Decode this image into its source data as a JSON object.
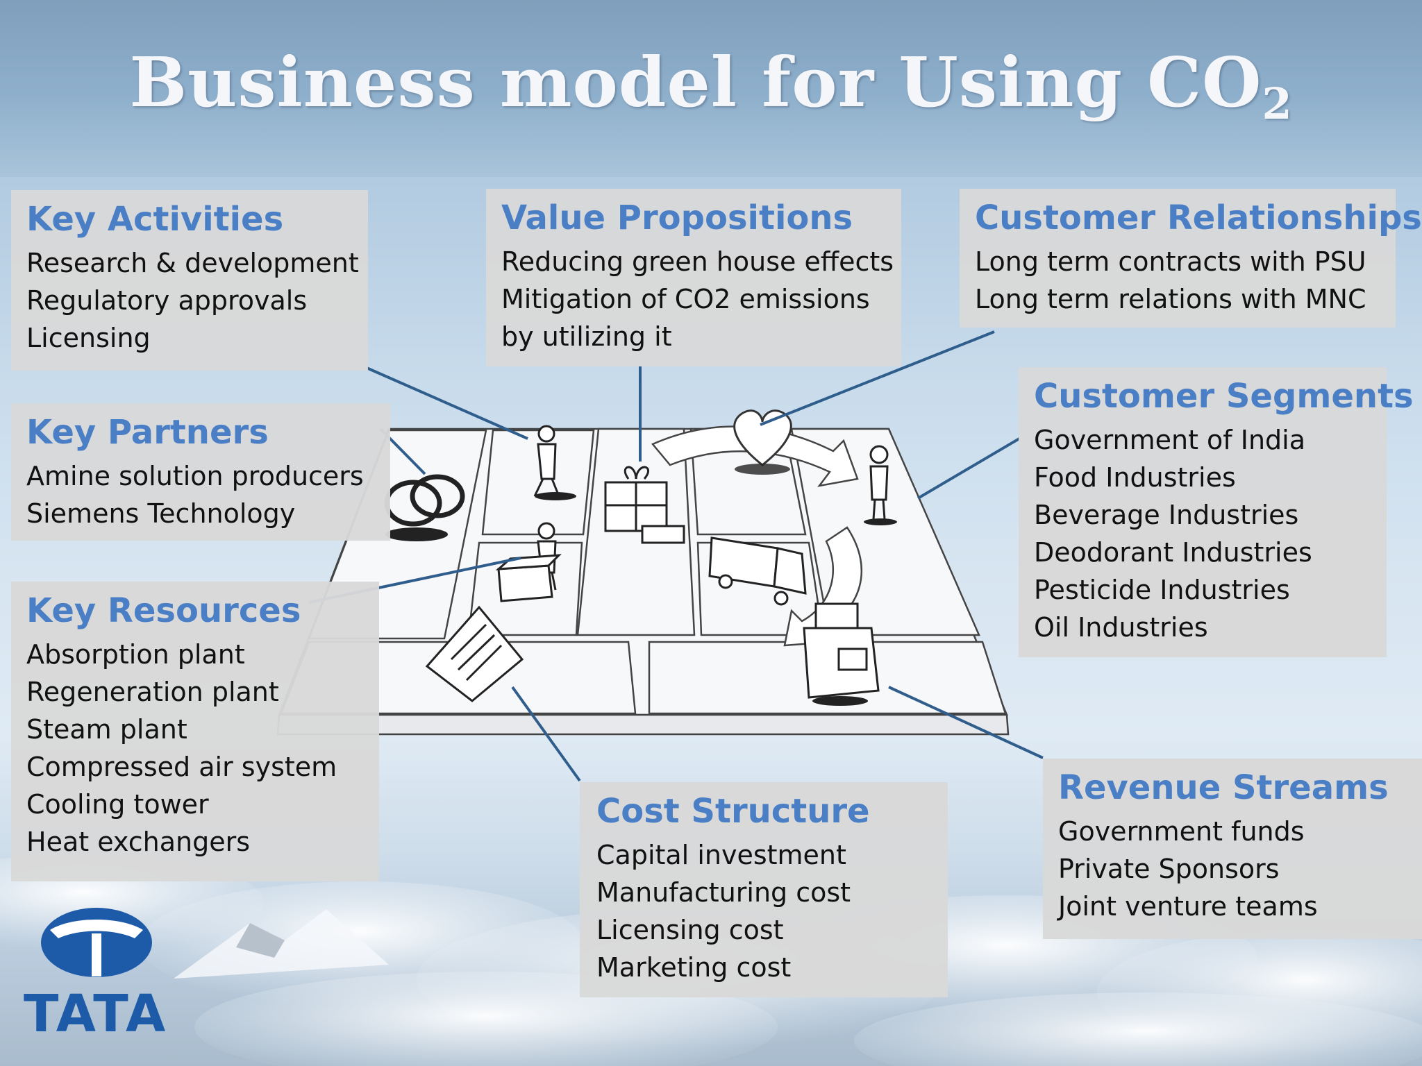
{
  "slide": {
    "title": "Business model for Using CO",
    "title_subscript": "2"
  },
  "blocks": {
    "key_activities": {
      "heading": "Key Activities",
      "items": [
        "Research & development",
        "Regulatory approvals",
        "Licensing"
      ]
    },
    "value_propositions": {
      "heading": "Value Propositions",
      "items": [
        "Reducing green house effects",
        "Mitigation of CO2 emissions",
        "by utilizing it"
      ]
    },
    "customer_relationships": {
      "heading": "Customer Relationships",
      "items": [
        "Long term contracts with PSU",
        "Long term relations with MNC"
      ]
    },
    "key_partners": {
      "heading": "Key Partners",
      "items": [
        "Amine solution producers",
        "Siemens Technology"
      ]
    },
    "customer_segments": {
      "heading": "Customer Segments",
      "items": [
        "Government of India",
        "Food Industries",
        "Beverage Industries",
        "Deodorant Industries",
        "Pesticide Industries",
        "Oil Industries"
      ]
    },
    "key_resources": {
      "heading": "Key Resources",
      "items": [
        "Absorption plant",
        "Regeneration plant",
        "Steam plant",
        "Compressed air system",
        "Cooling tower",
        "Heat exchangers"
      ]
    },
    "cost_structure": {
      "heading": "Cost Structure",
      "items": [
        "Capital investment",
        "Manufacturing cost",
        "Licensing cost",
        "Marketing cost"
      ]
    },
    "revenue_streams": {
      "heading": "Revenue Streams",
      "items": [
        "Government funds",
        "Private Sponsors",
        "Joint venture teams"
      ]
    }
  },
  "logo": {
    "text": "TATA"
  },
  "colors": {
    "heading": "#4a7fc6",
    "connector": "#2f5d8c",
    "box_fill": "#d9d9d9",
    "logo": "#1d5aa8"
  }
}
